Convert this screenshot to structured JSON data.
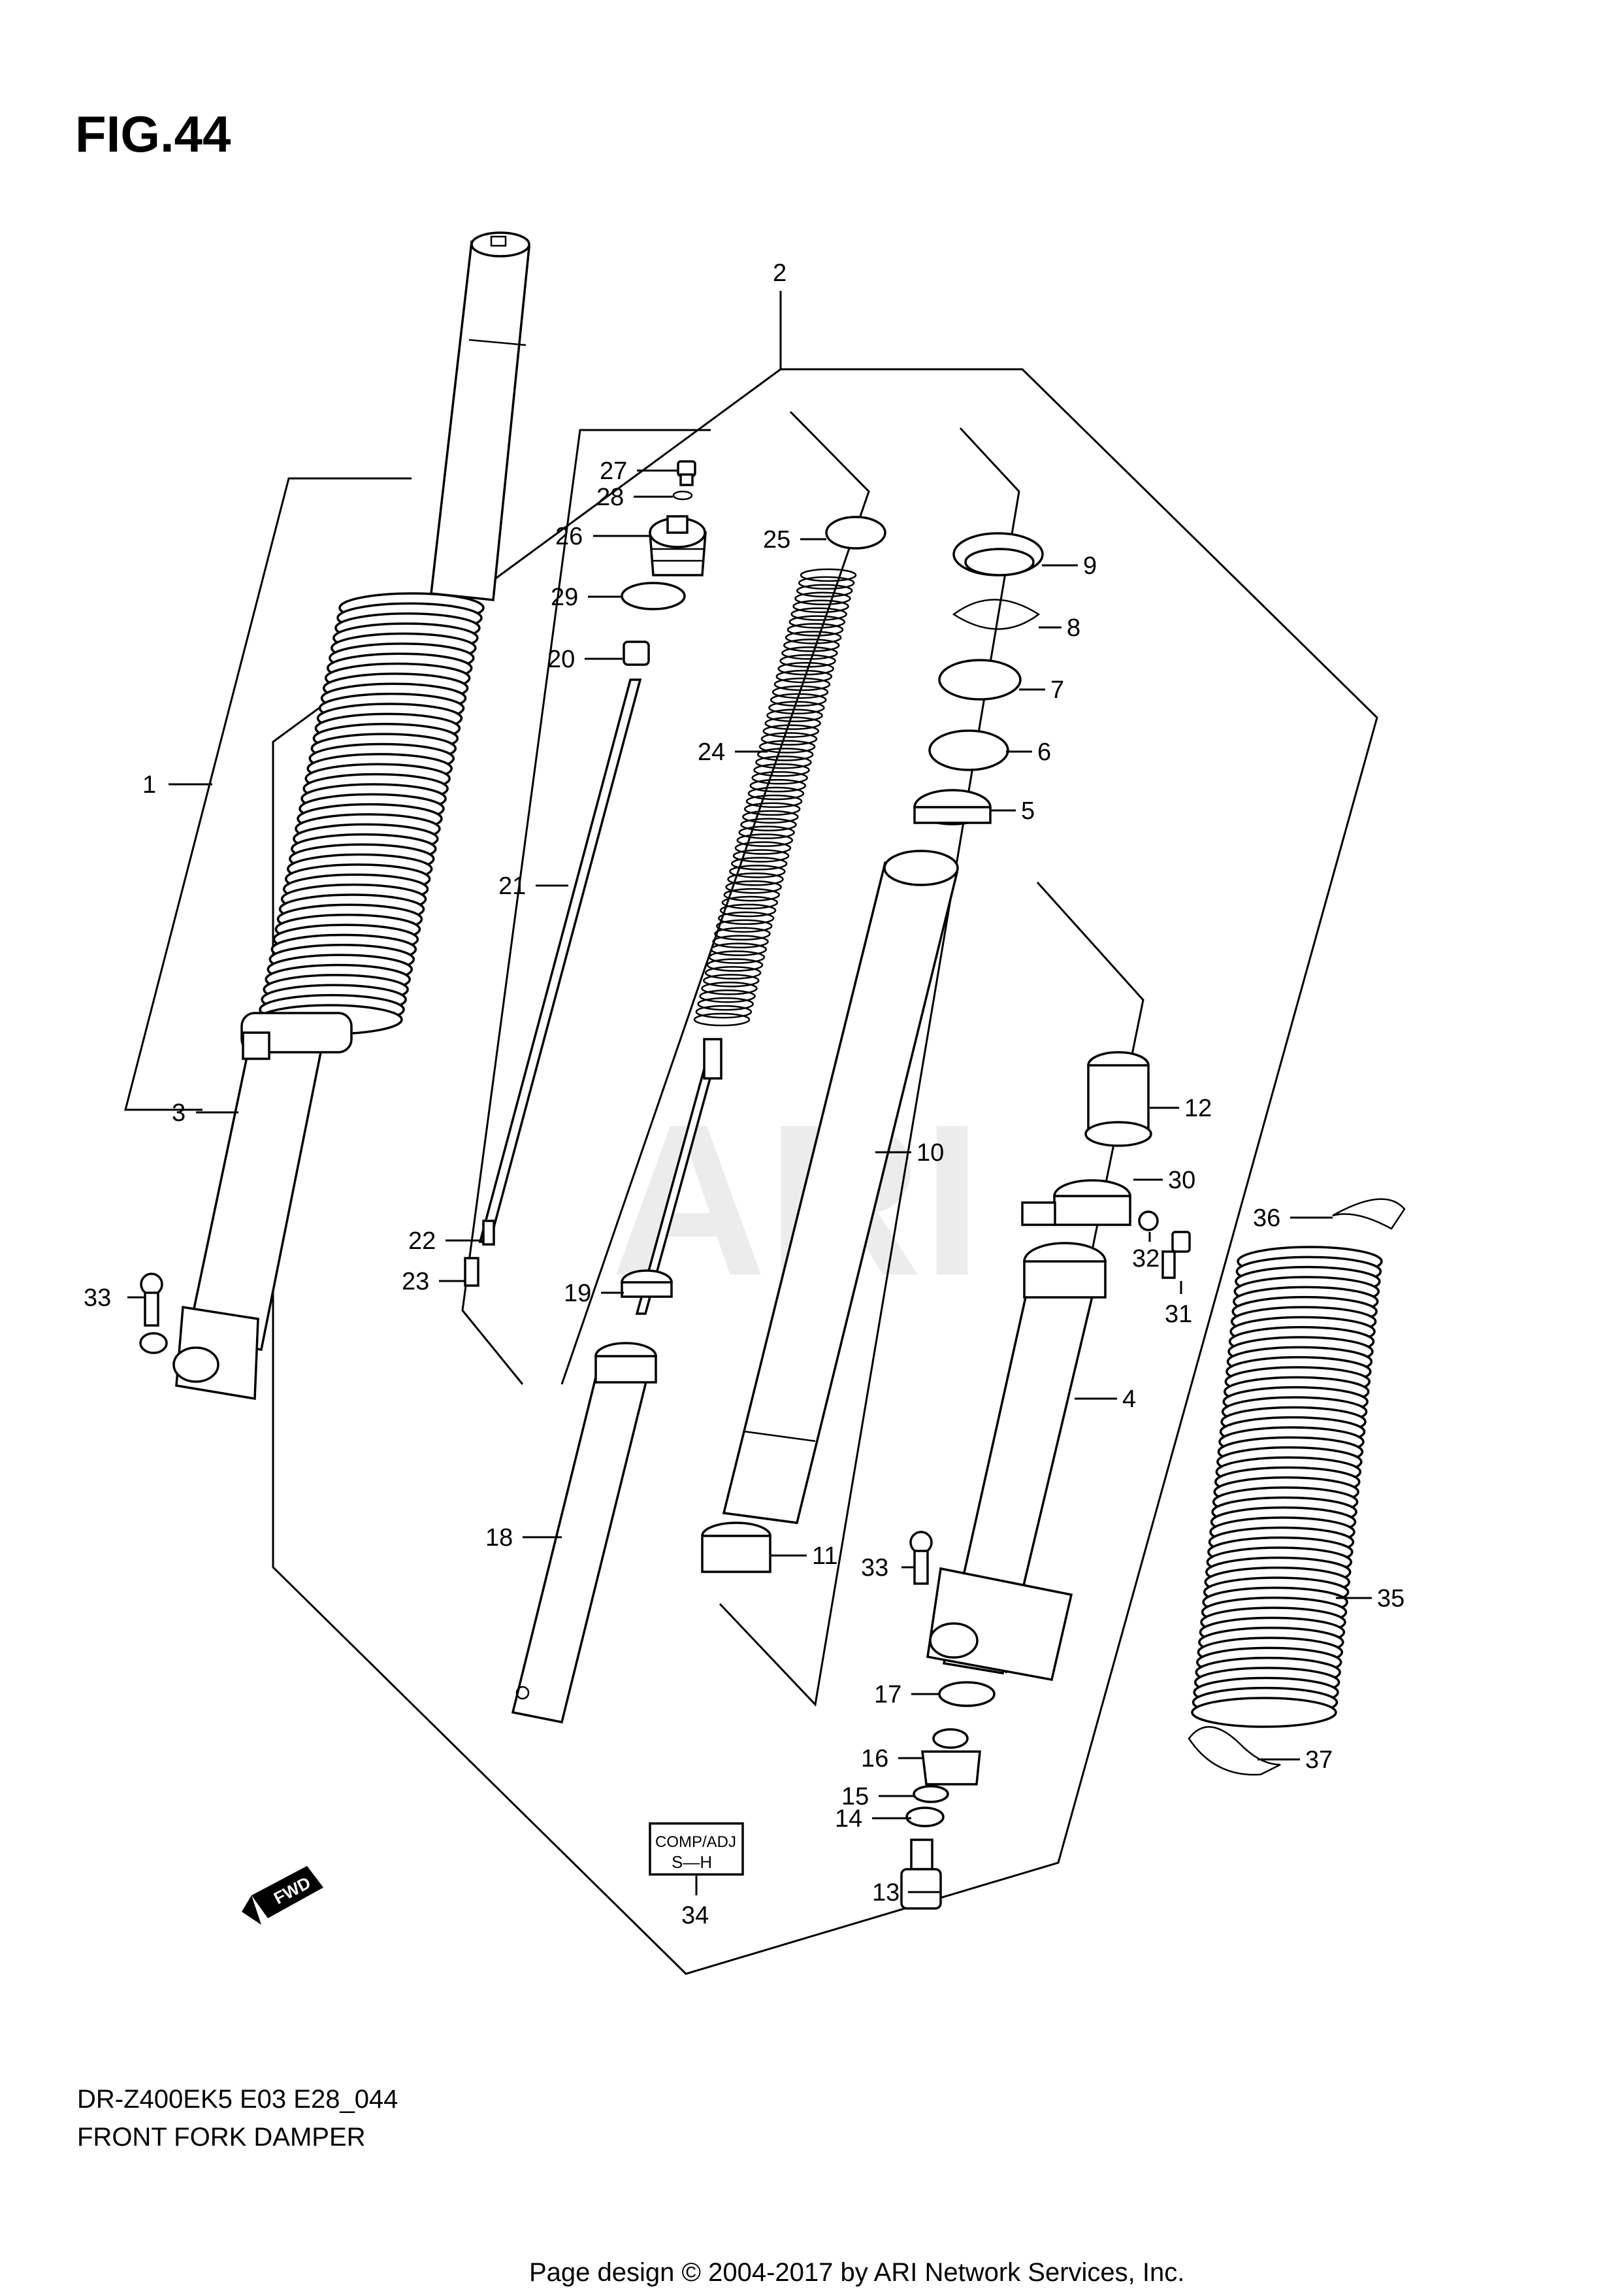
{
  "figure": {
    "title": "FIG.44"
  },
  "watermark": {
    "text": "ARI"
  },
  "footer": {
    "model_code": "DR-Z400EK5 E03 E28_044",
    "section_title": "FRONT FORK DAMPER",
    "credit": "Page design © 2004-2017 by ARI Network Services, Inc."
  },
  "forward_badge": {
    "text": "FWD"
  },
  "comp_adj_label": {
    "top": "COMP/ADJ",
    "bottom": "S—H"
  },
  "callouts": [
    {
      "id": "c1",
      "label": "1"
    },
    {
      "id": "c2",
      "label": "2"
    },
    {
      "id": "c3",
      "label": "3"
    },
    {
      "id": "c4",
      "label": "4"
    },
    {
      "id": "c5",
      "label": "5"
    },
    {
      "id": "c6",
      "label": "6"
    },
    {
      "id": "c7",
      "label": "7"
    },
    {
      "id": "c8",
      "label": "8"
    },
    {
      "id": "c9",
      "label": "9"
    },
    {
      "id": "c10",
      "label": "10"
    },
    {
      "id": "c11",
      "label": "11"
    },
    {
      "id": "c12",
      "label": "12"
    },
    {
      "id": "c13",
      "label": "13"
    },
    {
      "id": "c14",
      "label": "14"
    },
    {
      "id": "c15",
      "label": "15"
    },
    {
      "id": "c16",
      "label": "16"
    },
    {
      "id": "c17",
      "label": "17"
    },
    {
      "id": "c18",
      "label": "18"
    },
    {
      "id": "c19",
      "label": "19"
    },
    {
      "id": "c20",
      "label": "20"
    },
    {
      "id": "c21",
      "label": "21"
    },
    {
      "id": "c22",
      "label": "22"
    },
    {
      "id": "c23",
      "label": "23"
    },
    {
      "id": "c24",
      "label": "24"
    },
    {
      "id": "c25",
      "label": "25"
    },
    {
      "id": "c26",
      "label": "26"
    },
    {
      "id": "c27",
      "label": "27"
    },
    {
      "id": "c28",
      "label": "28"
    },
    {
      "id": "c29",
      "label": "29"
    },
    {
      "id": "c30",
      "label": "30"
    },
    {
      "id": "c31",
      "label": "31"
    },
    {
      "id": "c32",
      "label": "32"
    },
    {
      "id": "c33a",
      "label": "33"
    },
    {
      "id": "c33b",
      "label": "33"
    },
    {
      "id": "c34",
      "label": "34"
    },
    {
      "id": "c35",
      "label": "35"
    },
    {
      "id": "c36",
      "label": "36"
    },
    {
      "id": "c37",
      "label": "37"
    }
  ]
}
